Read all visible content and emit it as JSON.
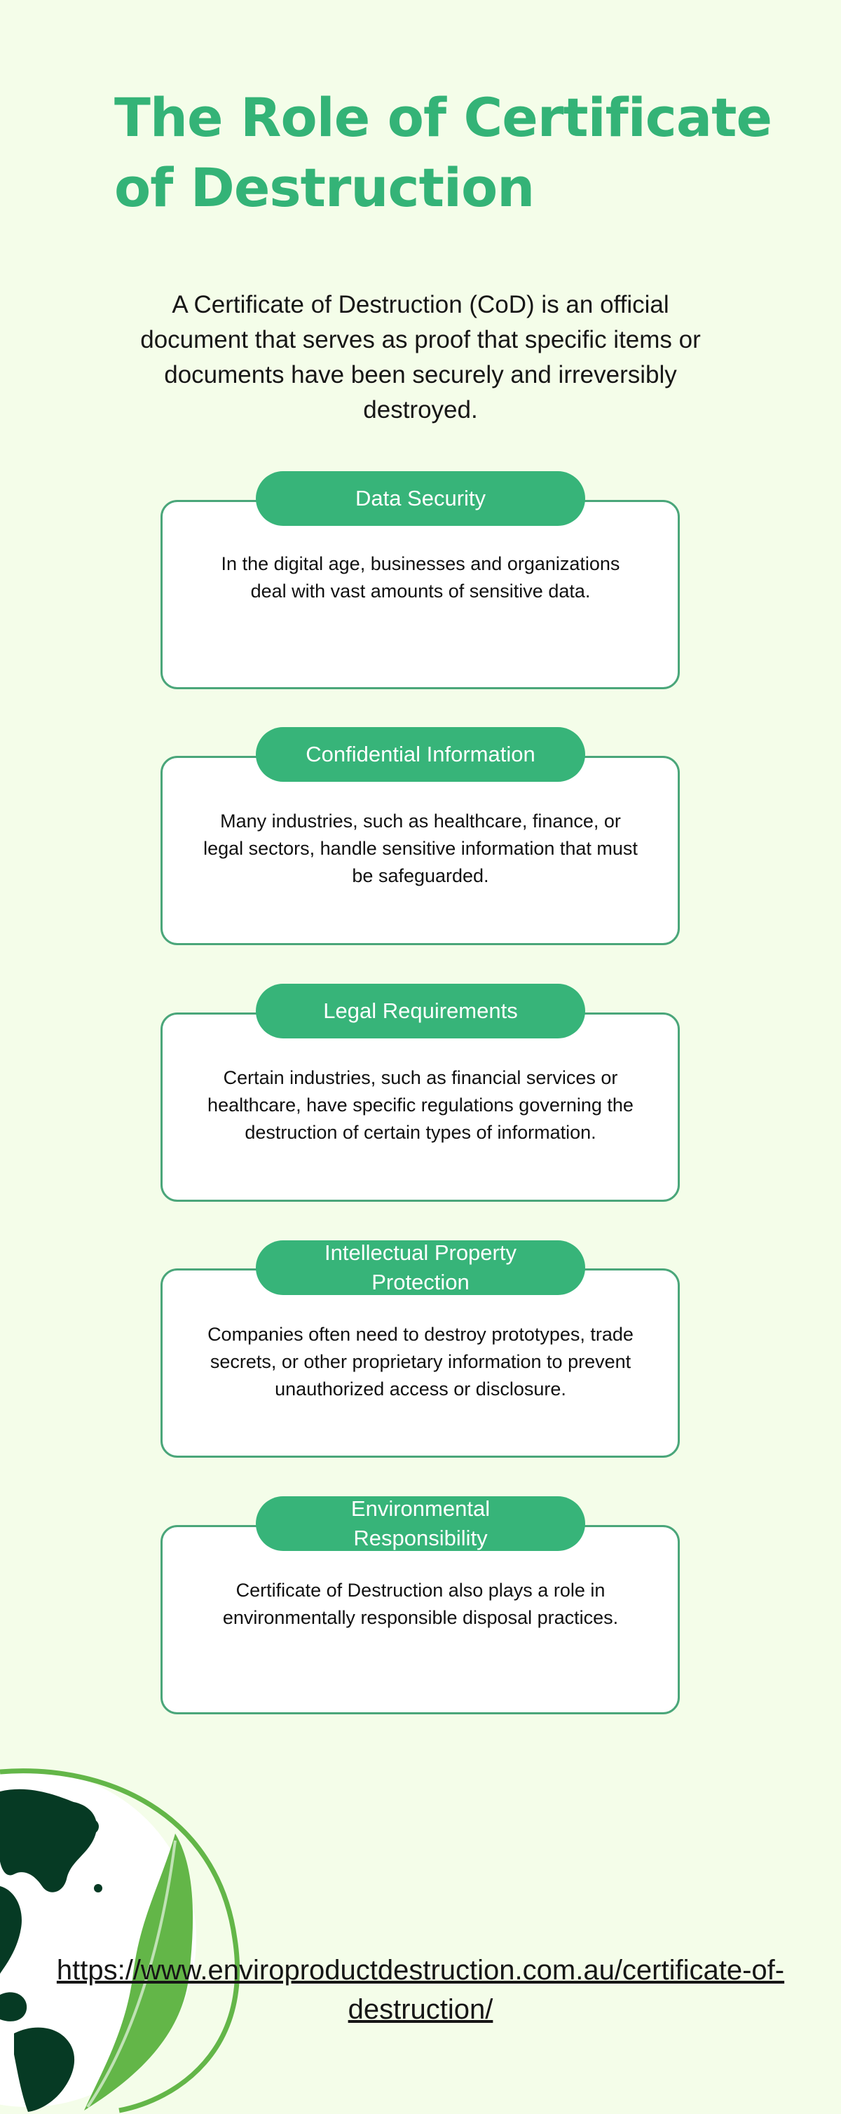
{
  "title": "The Role of Certificate of Destruction",
  "intro": "A Certificate of Destruction (CoD) is an official document that serves as proof that specific items or documents have been securely and irreversibly destroyed.",
  "cards": [
    {
      "heading": "Data Security",
      "text": "In the digital age, businesses and organizations deal with vast amounts of sensitive data."
    },
    {
      "heading": "Confidential Information",
      "text": "Many industries, such as healthcare, finance, or legal sectors, handle sensitive information that must be safeguarded."
    },
    {
      "heading": "Legal Requirements",
      "text": "Certain industries, such as financial services or healthcare, have specific regulations governing the destruction of certain types of information."
    },
    {
      "heading": "Intellectual Property Protection",
      "text": "Companies often need to destroy prototypes, trade secrets, or other proprietary information to prevent unauthorized access or disclosure."
    },
    {
      "heading": "Environmental Responsibility",
      "text": "Certificate of Destruction also plays a role in environmentally responsible disposal practices."
    }
  ],
  "source_url": "https://www.enviroproductdestruction.com.au/certificate-of-destruction/",
  "colors": {
    "background": "#f4fde9",
    "accent": "#34b377",
    "card_border": "#4aa67a",
    "globe_dark": "#063a24",
    "leaf_green": "#63b648"
  },
  "icons": {
    "globe": "globe-leaf-icon"
  }
}
